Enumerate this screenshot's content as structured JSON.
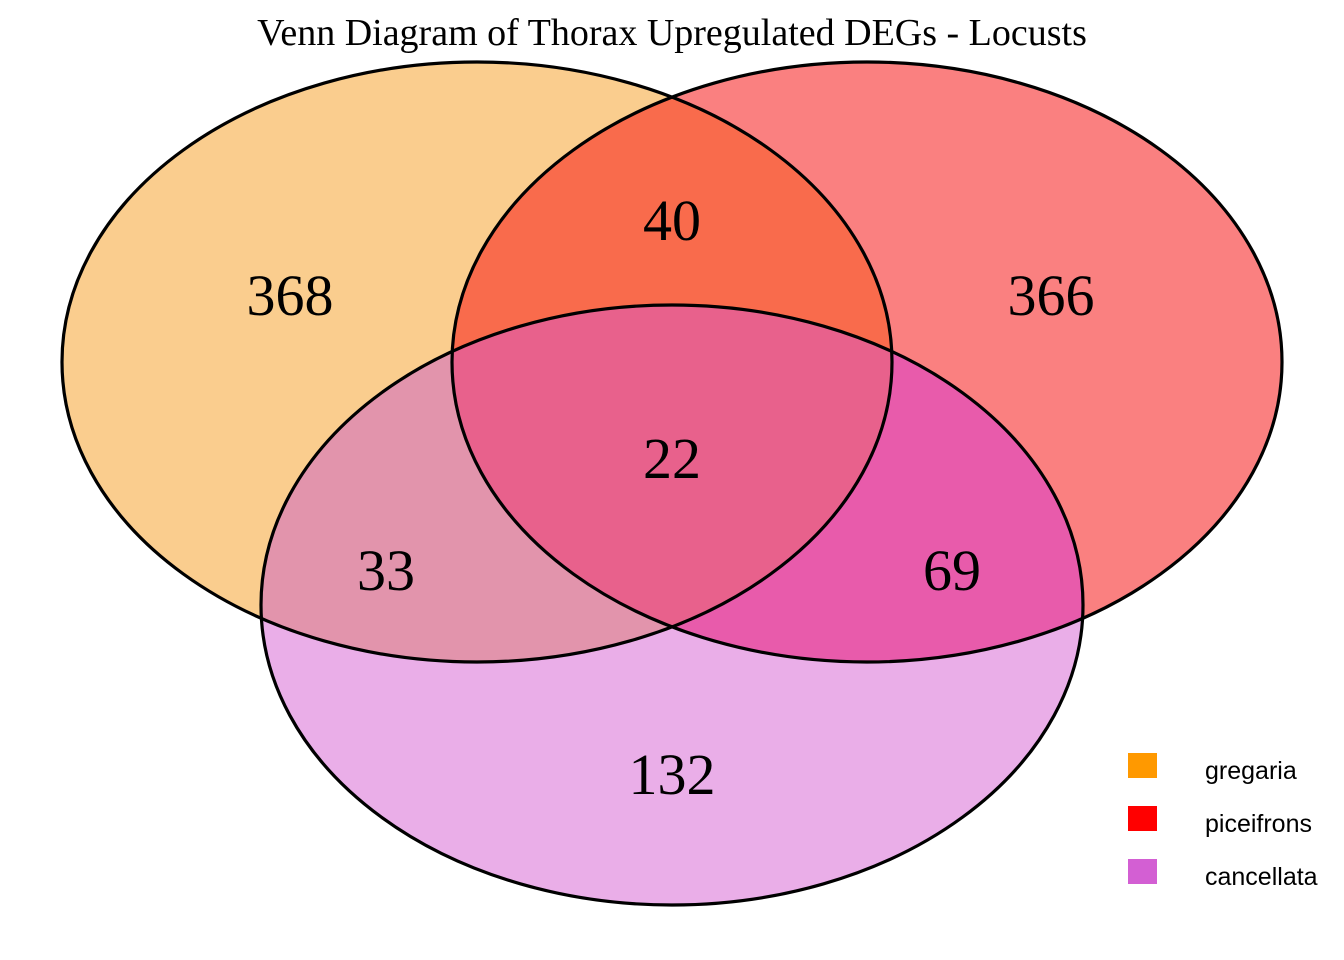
{
  "title": "Venn Diagram of Thorax Upregulated DEGs - Locusts",
  "chart_data": {
    "type": "venn",
    "title": "Venn Diagram of Thorax Upregulated DEGs - Locusts",
    "sets": [
      "gregaria",
      "piceifrons",
      "cancellata"
    ],
    "set_colors": [
      "#FF9900",
      "#FF0000",
      "#D35FD3"
    ],
    "regions": [
      {
        "id": "A",
        "sets": [
          "gregaria"
        ],
        "label": "368",
        "value": 368,
        "fill": "#FACD8E"
      },
      {
        "id": "AB",
        "sets": [
          "gregaria",
          "piceifrons"
        ],
        "label": "40",
        "value": 40,
        "fill": "#F96B4C"
      },
      {
        "id": "B",
        "sets": [
          "piceifrons"
        ],
        "label": "366",
        "value": 366,
        "fill": "#FA8080"
      },
      {
        "id": "AC",
        "sets": [
          "gregaria",
          "cancellata"
        ],
        "label": "33",
        "value": 33,
        "fill": "#E294AC"
      },
      {
        "id": "ABC",
        "sets": [
          "gregaria",
          "piceifrons",
          "cancellata"
        ],
        "label": "22",
        "value": 22,
        "fill": "#E8618C"
      },
      {
        "id": "BC",
        "sets": [
          "piceifrons",
          "cancellata"
        ],
        "label": "69",
        "value": 69,
        "fill": "#E85BAB"
      },
      {
        "id": "C",
        "sets": [
          "cancellata"
        ],
        "label": "132",
        "value": 132,
        "fill": "#EAAEE8"
      }
    ],
    "legend": {
      "position": "bottom-right",
      "entries": [
        {
          "label": "gregaria",
          "color": "#FF9900"
        },
        {
          "label": "piceifrons",
          "color": "#FF0000"
        },
        {
          "label": "cancellata",
          "color": "#D35FD3"
        }
      ]
    }
  },
  "counts": {
    "gregaria_only": "368",
    "gregaria_piceifrons": "40",
    "piceifrons_only": "366",
    "gregaria_cancellata": "33",
    "all_three": "22",
    "piceifrons_cancellata": "69",
    "cancellata_only": "132"
  },
  "legend": {
    "gregaria": "gregaria",
    "piceifrons": "piceifrons",
    "cancellata": "cancellata"
  }
}
